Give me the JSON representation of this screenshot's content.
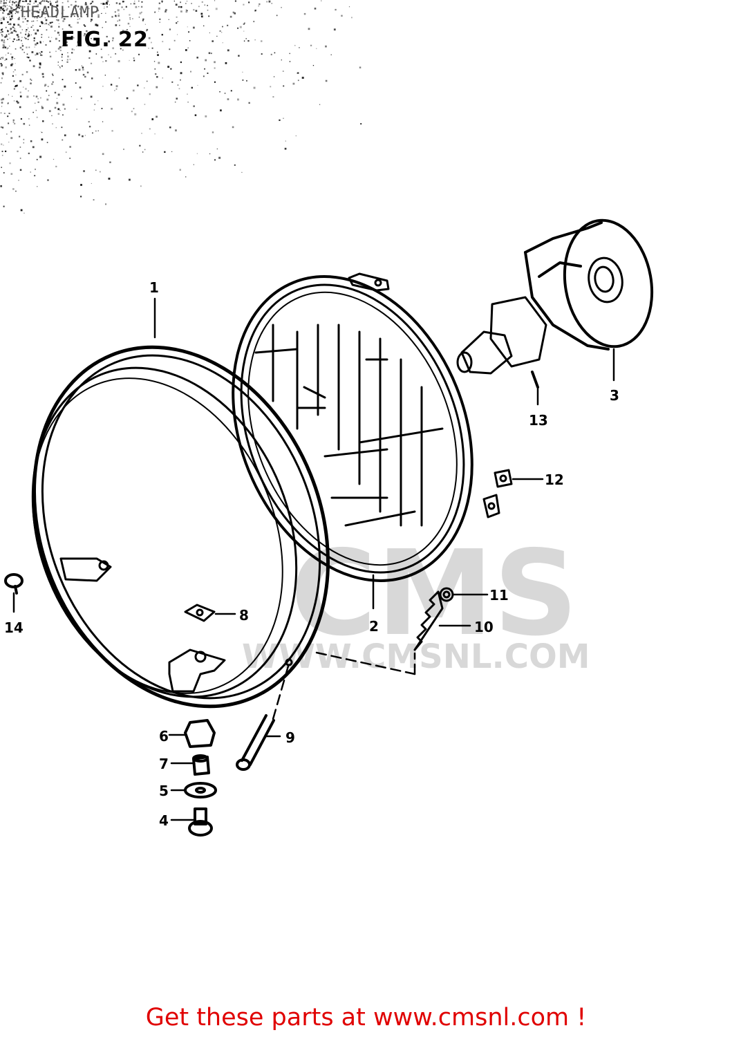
{
  "header": {
    "section": "HEADLAMP",
    "figure": "FIG. 22"
  },
  "watermark": {
    "logo": "CMS",
    "url": "WWW.CMSNL.COM"
  },
  "callouts": [
    {
      "id": "1",
      "label": "1",
      "part": "headlamp-housing"
    },
    {
      "id": "2",
      "label": "2",
      "part": "headlamp-unit"
    },
    {
      "id": "3",
      "label": "3",
      "part": "socket"
    },
    {
      "id": "4",
      "label": "4",
      "part": "bolt"
    },
    {
      "id": "5",
      "label": "5",
      "part": "washer"
    },
    {
      "id": "6",
      "label": "6",
      "part": "cushion"
    },
    {
      "id": "7",
      "label": "7",
      "part": "spacer"
    },
    {
      "id": "8",
      "label": "8",
      "part": "nut"
    },
    {
      "id": "9",
      "label": "9",
      "part": "screw"
    },
    {
      "id": "10",
      "label": "10",
      "part": "spring"
    },
    {
      "id": "11",
      "label": "11",
      "part": "nut"
    },
    {
      "id": "12",
      "label": "12",
      "part": "nut"
    },
    {
      "id": "13",
      "label": "13",
      "part": "bulb"
    },
    {
      "id": "14",
      "label": "14",
      "part": "screw"
    }
  ],
  "footer": {
    "cta": "Get these parts at www.cmsnl.com !"
  },
  "colors": {
    "line": "#000000",
    "footer": "#e00000",
    "watermark": "#d8d8d8"
  }
}
